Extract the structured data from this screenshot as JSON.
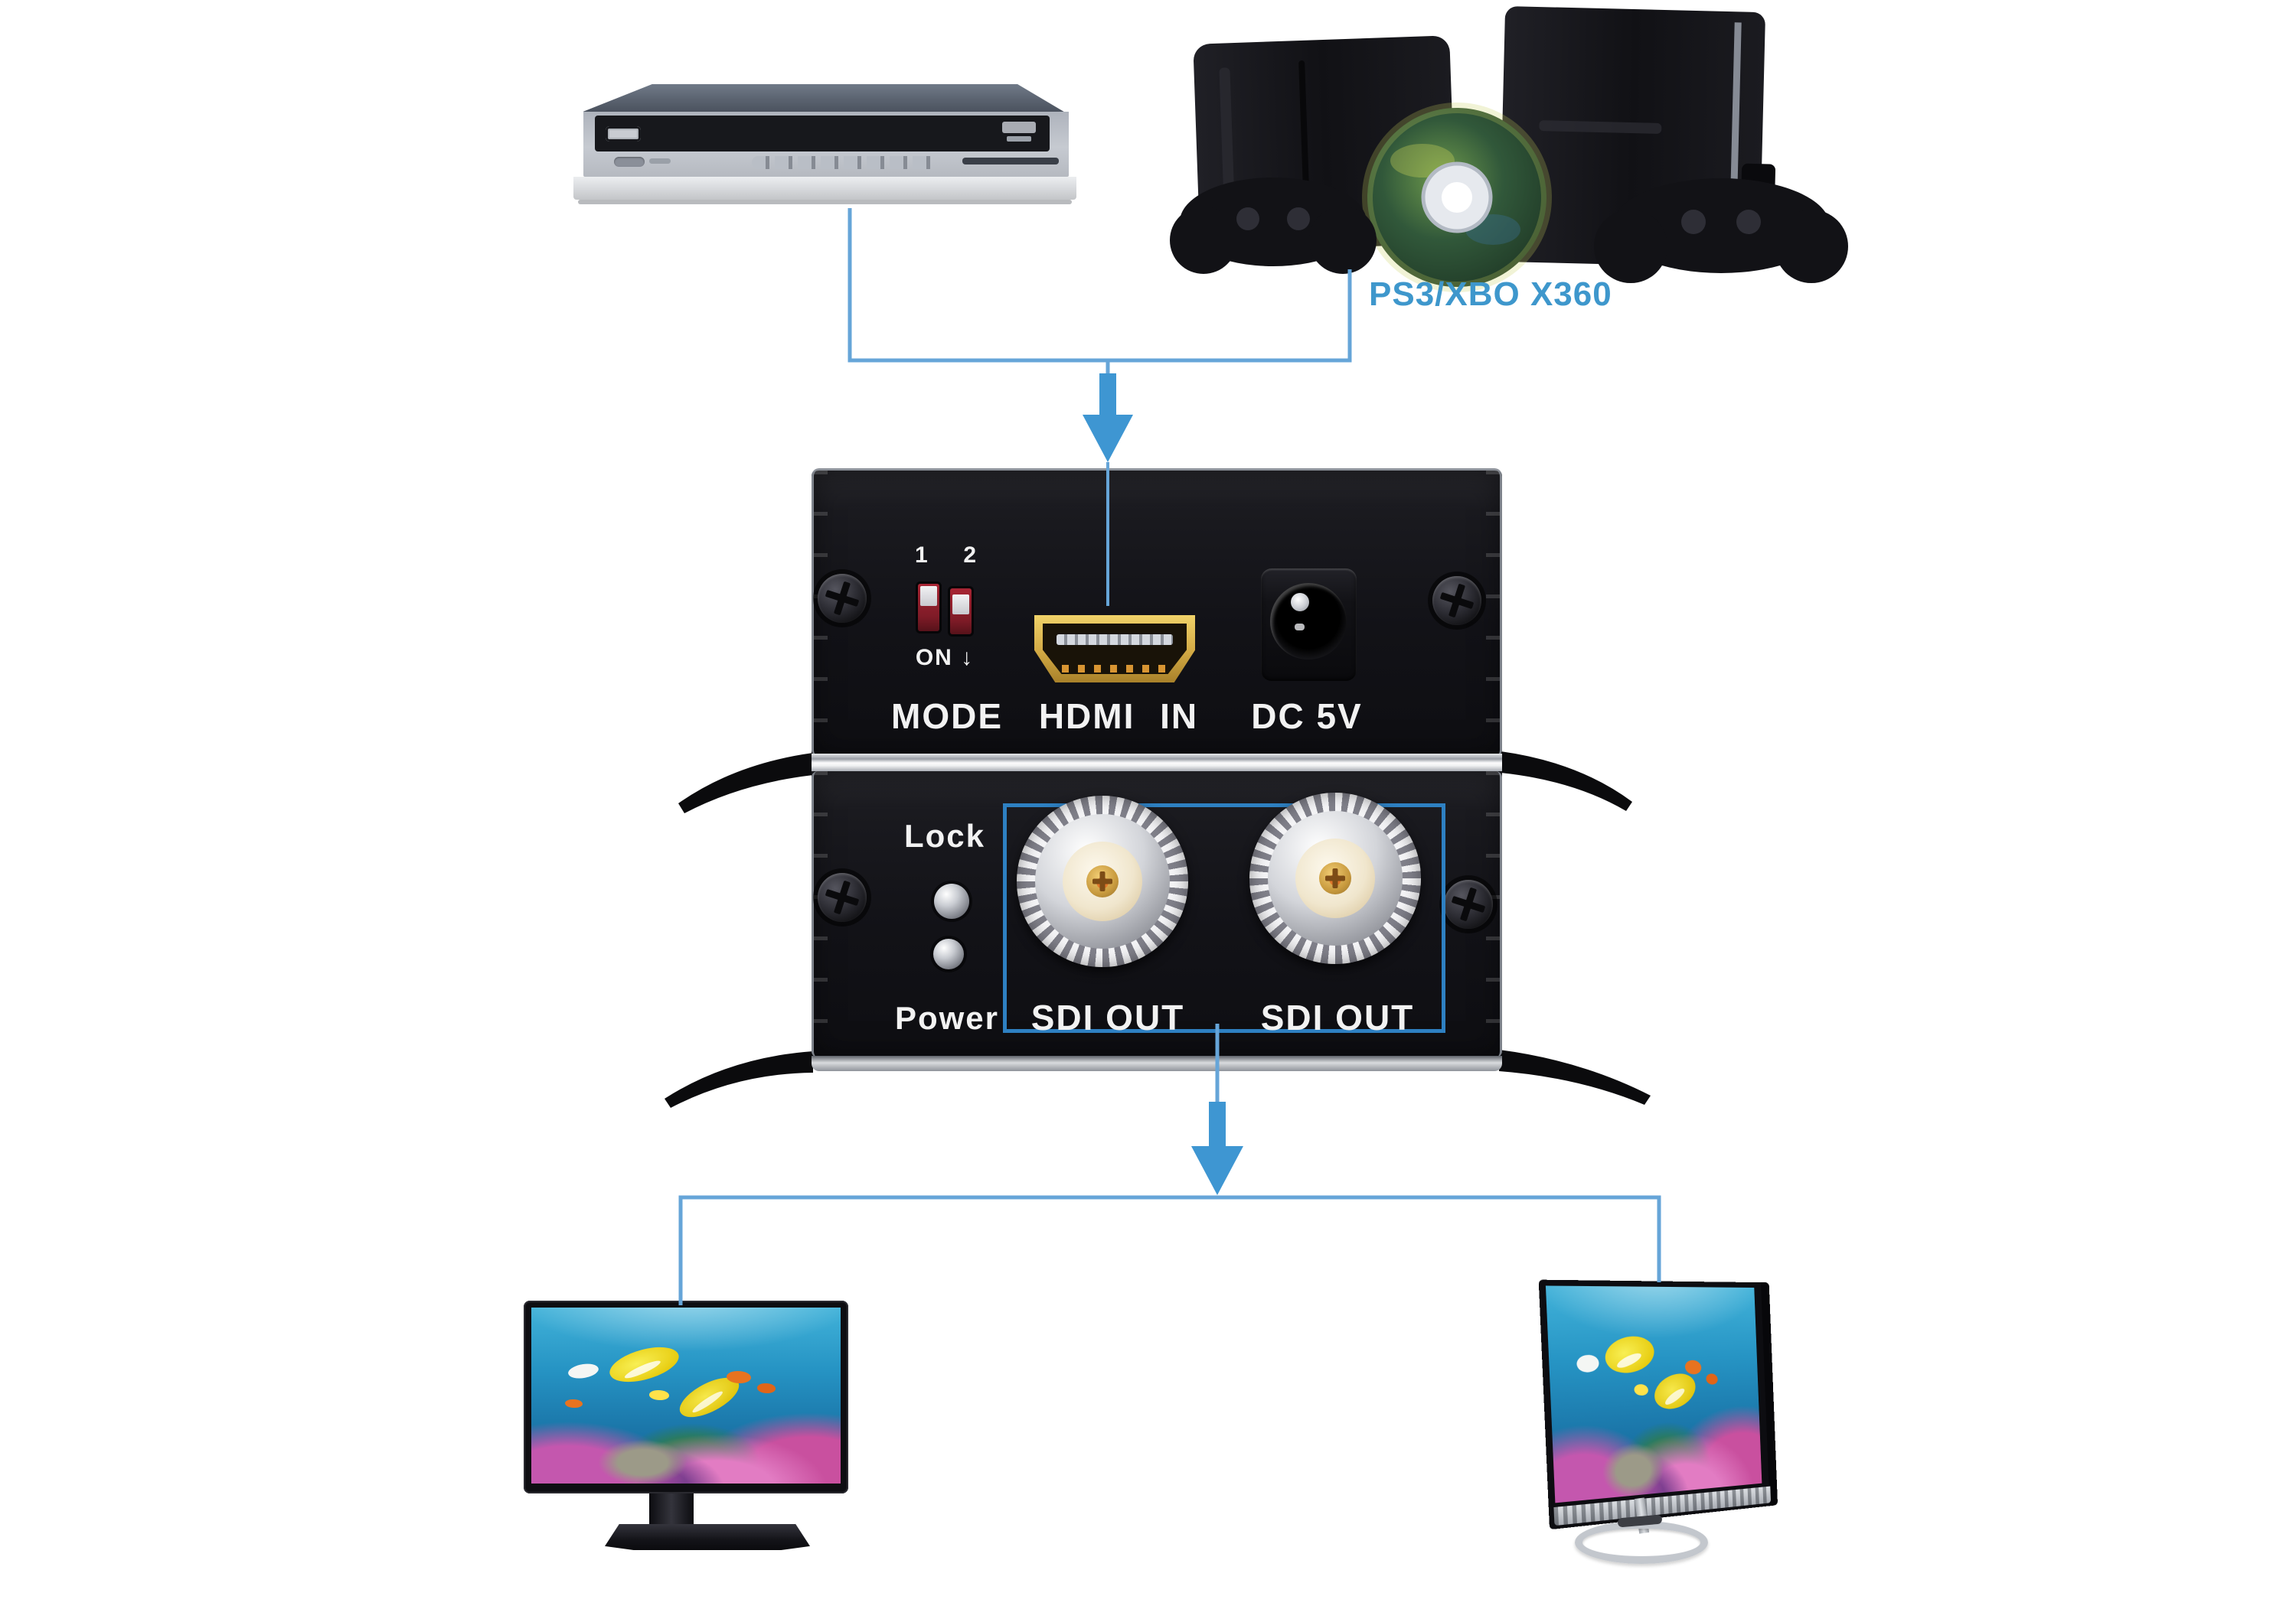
{
  "colors": {
    "line_blue": "#66a5d8",
    "arrow_blue": "#3e96d2",
    "rect_blue": "#2e80c2",
    "label_blue": "#3e97cc",
    "panel_black": "#141418"
  },
  "sources": {
    "consoles_caption": "PS3/XBO X360"
  },
  "converter": {
    "front": {
      "dip_1": "1",
      "dip_2": "2",
      "dip_on": "ON",
      "dip_on_arrow": "↓",
      "mode_label": "MODE",
      "hdmi_in_label": "HDMI IN",
      "dc_label": "DC 5V"
    },
    "back": {
      "lock_label": "Lock",
      "power_label": "Power",
      "sdi_out_left_label": "SDI OUT",
      "sdi_out_right_label": "SDI OUT"
    }
  }
}
